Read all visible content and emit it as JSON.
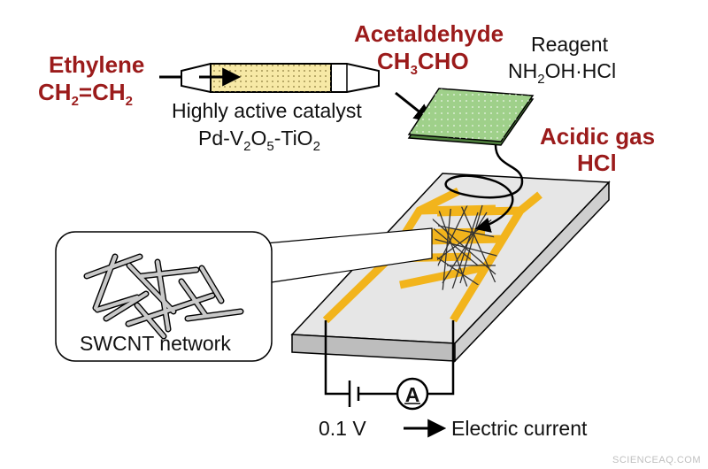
{
  "reactant": {
    "name": "Ethylene",
    "formula_a": "CH",
    "formula_sub": "2",
    "formula_b": "=CH",
    "formula_sub2": "2"
  },
  "catalyst": {
    "caption": "Highly active catalyst",
    "f1": "Pd-V",
    "s1": "2",
    "f2": "O",
    "s2": "5",
    "f3": "-TiO",
    "s3": "2"
  },
  "product": {
    "name": "Acetaldehyde",
    "f1": "CH",
    "s1": "3",
    "f2": "CHO"
  },
  "reagent": {
    "label": "Reagent",
    "f1": "NH",
    "s1": "2",
    "f2": "OH·HCl"
  },
  "gas": {
    "line1": "Acidic gas",
    "line2": "HCl"
  },
  "inset": {
    "label": "SWCNT network"
  },
  "circuit": {
    "voltage": "0.1 V",
    "output": "Electric current",
    "meter": "A"
  },
  "watermark": "SCIENCEAQ.COM",
  "colors": {
    "title_red": "#9b1b1b",
    "electrode": "#f2b41c",
    "film": "#9fd08a",
    "catalyst_bed": "#f7e9a6"
  }
}
